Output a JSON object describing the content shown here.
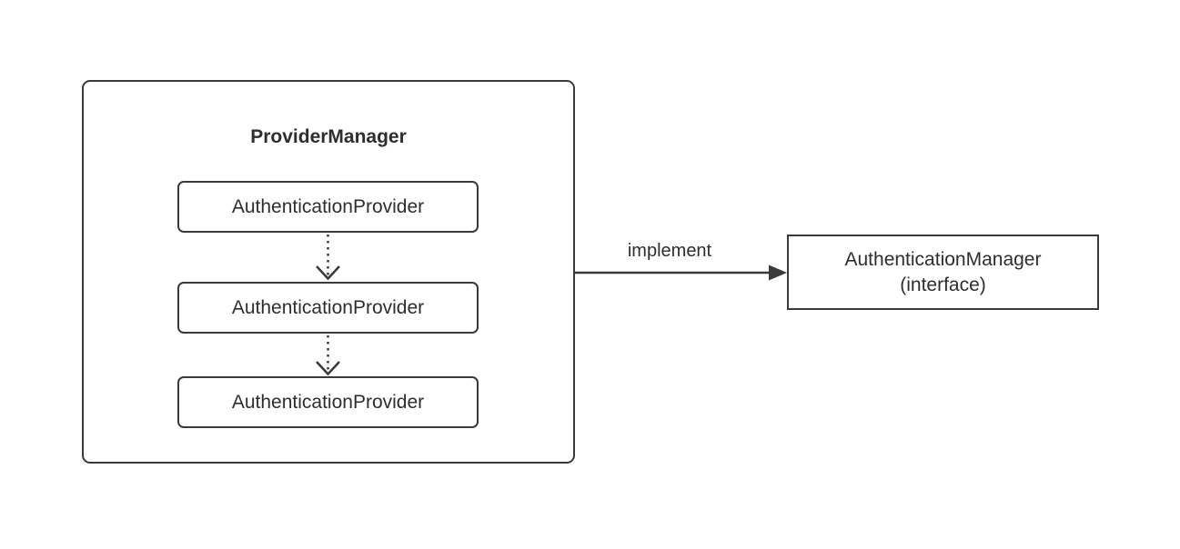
{
  "colors": {
    "stroke": "#3a3a3a",
    "text": "#2e2e2e",
    "background": "#ffffff",
    "box-fill": "#ffffff"
  },
  "diagram": {
    "provider_manager": {
      "title": "ProviderManager",
      "providers": [
        {
          "label": "AuthenticationProvider"
        },
        {
          "label": "AuthenticationProvider"
        },
        {
          "label": "AuthenticationProvider"
        }
      ]
    },
    "implement_edge": {
      "label": "implement"
    },
    "authentication_manager": {
      "line1": "AuthenticationManager",
      "line2": "(interface)"
    }
  }
}
